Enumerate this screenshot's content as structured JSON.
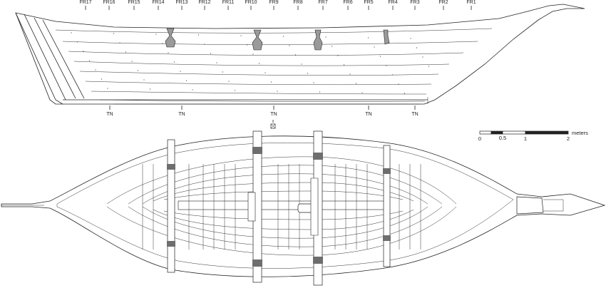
{
  "frame_labels": [
    "FR17",
    "FR16",
    "FR15",
    "FR14",
    "FR13",
    "FR12",
    "FR11",
    "FR10",
    "FR9",
    "FR8",
    "FR7",
    "FR6",
    "FR5",
    "FR4",
    "FR3",
    "FR2",
    "FR1"
  ],
  "tn_labels": [
    "TN",
    "TN",
    "TN",
    "TN",
    "TN"
  ],
  "scale": {
    "unit": "meters",
    "ticks": [
      "0",
      "0.5",
      "1",
      "2"
    ]
  },
  "colors": {
    "line": "#222222",
    "fill_gray": "#9a9a9a",
    "fill_dark": "#6e6e6e",
    "background": "#ffffff"
  }
}
